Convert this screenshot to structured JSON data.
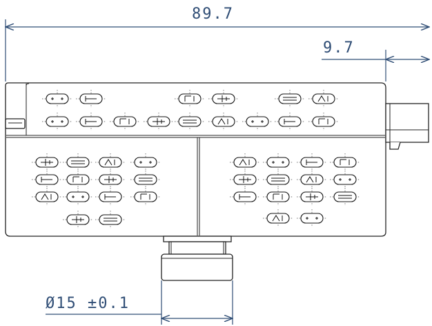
{
  "dimensions": {
    "overall_width": "89.7",
    "offset_width": "9.7",
    "shaft_diameter": "Ø15 ±0.1"
  }
}
